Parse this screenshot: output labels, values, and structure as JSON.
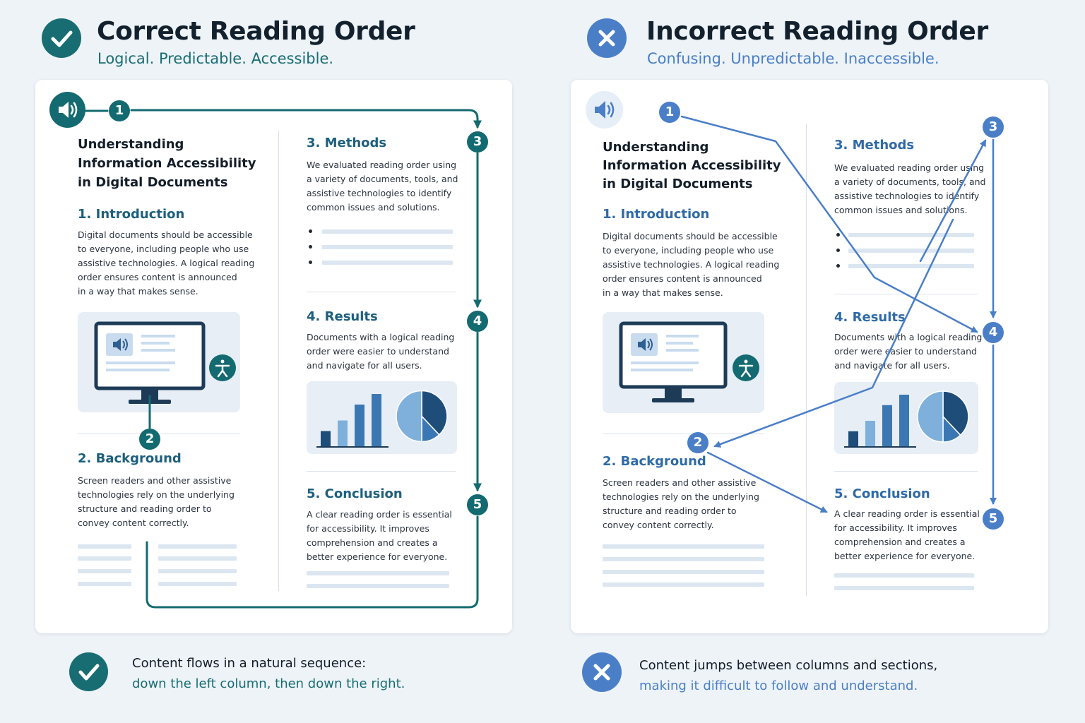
{
  "colors": {
    "teal": "#186d72",
    "blue": "#4a7fc8",
    "navy": "#1d3b57",
    "chart_dark": "#1f4d7a",
    "chart_mid": "#3b78b3",
    "chart_light": "#7fb0dc"
  },
  "correct": {
    "badge_icon": "checkmark-icon",
    "title": "Correct Reading Order",
    "subtitle": "Logical. Predictable. Accessible.",
    "footer": {
      "badge_icon": "checkmark-icon",
      "line1": "Content flows in a natural sequence:",
      "line2": "down the left column, then down the right."
    }
  },
  "incorrect": {
    "badge_icon": "cross-icon",
    "title": "Incorrect Reading Order",
    "subtitle": "Confusing. Unpredictable. Inaccessible.",
    "footer": {
      "badge_icon": "cross-icon",
      "line1": "Content jumps between columns and sections,",
      "line2": "making it difficult to follow and understand."
    }
  },
  "document": {
    "speaker_icon": "speaker-icon",
    "title_lines": [
      "Understanding",
      "Information Accessibility",
      "in Digital Documents"
    ],
    "sections": {
      "introduction": {
        "heading": "1. Introduction",
        "body": "Digital documents should be accessible\nto everyone, including people who use\nassistive technologies. A logical reading\norder ensures content is announced\nin a way that makes sense."
      },
      "background": {
        "heading": "2. Background",
        "body": "Screen readers and other assistive\ntechnologies rely on the underlying\nstructure and reading order to\nconvey content correctly."
      },
      "methods": {
        "heading": "3. Methods",
        "body": "We evaluated reading order using\na variety of documents, tools, and\nassistive technologies to identify\ncommon issues and solutions."
      },
      "results": {
        "heading": "4. Results",
        "body": "Documents with a logical reading\norder were easier to understand\nand navigate for all users."
      },
      "conclusion": {
        "heading": "5. Conclusion",
        "body": "A clear reading order is essential\nfor accessibility. It improves\ncomprehension and creates a\nbetter experience for everyone."
      }
    },
    "illustration_icons": [
      "monitor-icon",
      "speaker-icon",
      "accessibility-person-icon"
    ],
    "mini_chart": {
      "type": "bar",
      "values": [
        3,
        5,
        8,
        10
      ],
      "pie_fractions": [
        0.38,
        0.12,
        0.5
      ]
    }
  },
  "steps": [
    "1",
    "2",
    "3",
    "4",
    "5"
  ]
}
